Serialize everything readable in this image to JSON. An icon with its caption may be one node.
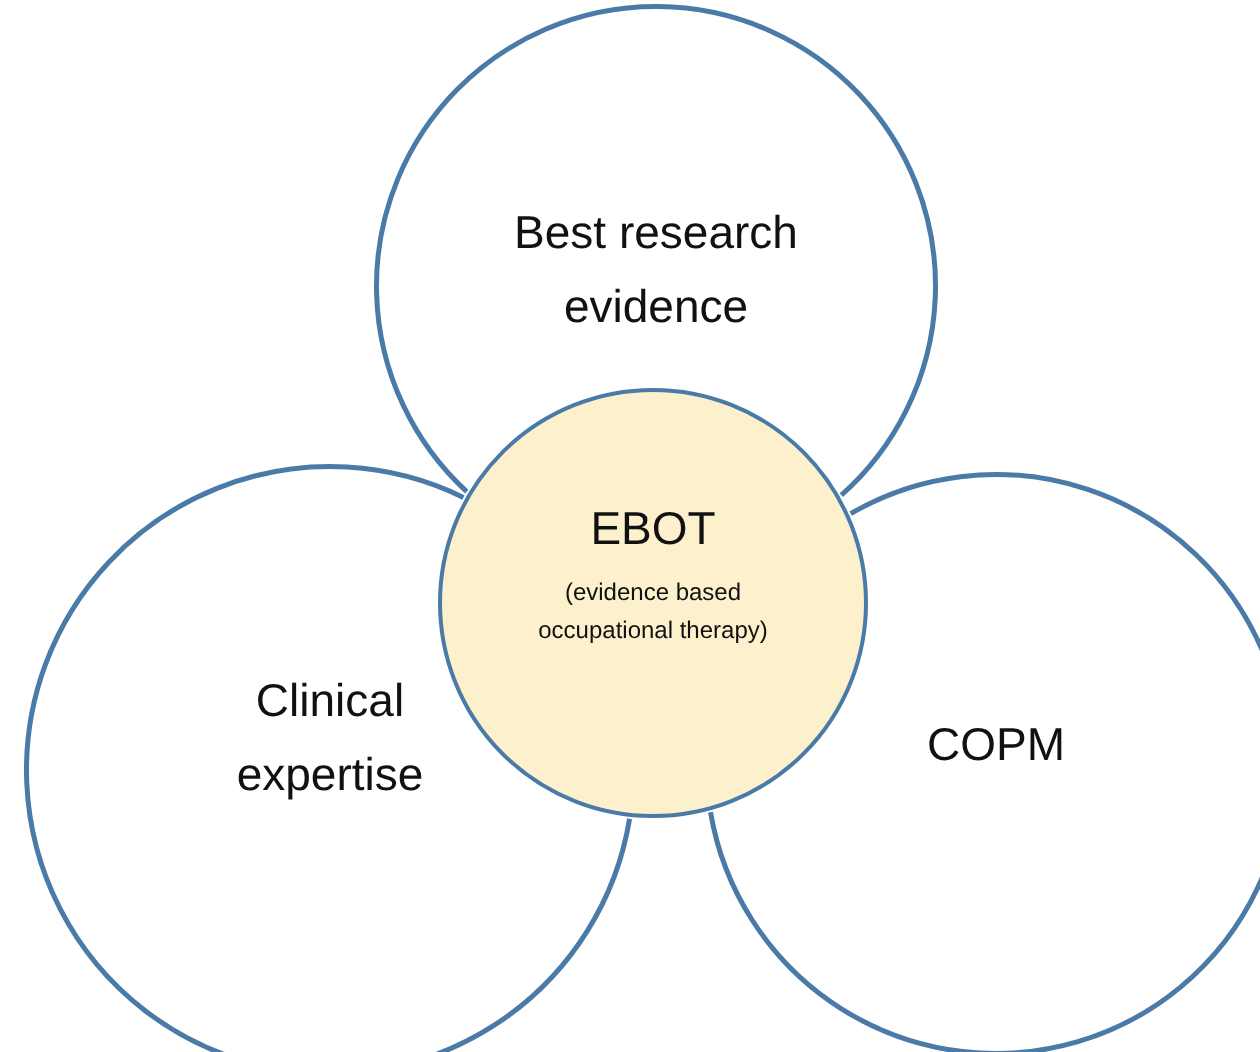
{
  "diagram": {
    "nodes": [
      {
        "text": [
          "Best research evidence"
        ]
      },
      {
        "text": [
          "Clinical expertise"
        ]
      },
      {
        "text": [
          "COPM"
        ]
      },
      {
        "text": [
          "EBOT",
          "(evidence based occupational therapy)"
        ]
      }
    ]
  }
}
